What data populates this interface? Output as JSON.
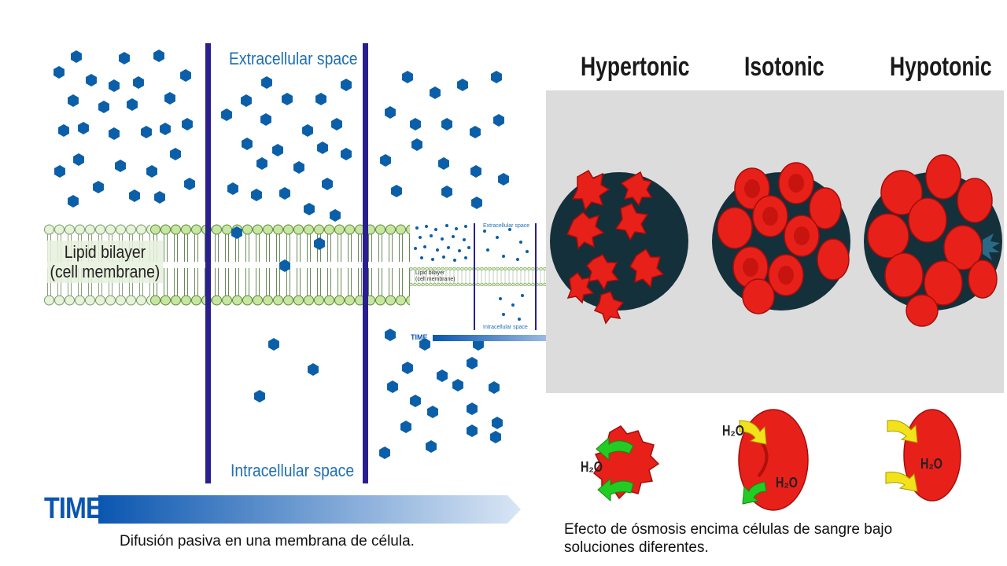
{
  "diffusion": {
    "extracellular_label": "Extracellular space",
    "intracellular_label": "Intracellular space",
    "lipid_label_line1": "Lipid bilayer",
    "lipid_label_line2": "(cell membrane)",
    "time_label": "TIME",
    "caption": "Difusión pasiva en una membrana de célula."
  },
  "inset": {
    "extracellular_label": "Extracellular space",
    "intracellular_label": "Intracellular space",
    "lipid_label_line1": "Lipid bilayer",
    "lipid_label_line2": "(cell membrane)",
    "time_label": "TIME"
  },
  "osmosis": {
    "panels": [
      {
        "title": "Hypertonic"
      },
      {
        "title": "Isotonic"
      },
      {
        "title": "Hypotonic"
      }
    ],
    "water_label": "H₂O",
    "caption_line1": "Efecto de ósmosis encima células de sangre bajo",
    "caption_line2": "soluciones diferentes."
  },
  "colors": {
    "molecule": "#0b5fa8",
    "membrane_wall": "#2a1f8f",
    "lipid_head_light": "#e6f3d8",
    "lipid_head_green": "#c8e6a0",
    "time_bar_start": "#0a56b0",
    "time_bar_end": "#d9e6f5",
    "cell_red": "#e8201a",
    "circle_bg": "#13303b",
    "panel_gray": "#dcdcdc",
    "arrow_green": "#22cc22",
    "arrow_yellow": "#f2e21a"
  }
}
